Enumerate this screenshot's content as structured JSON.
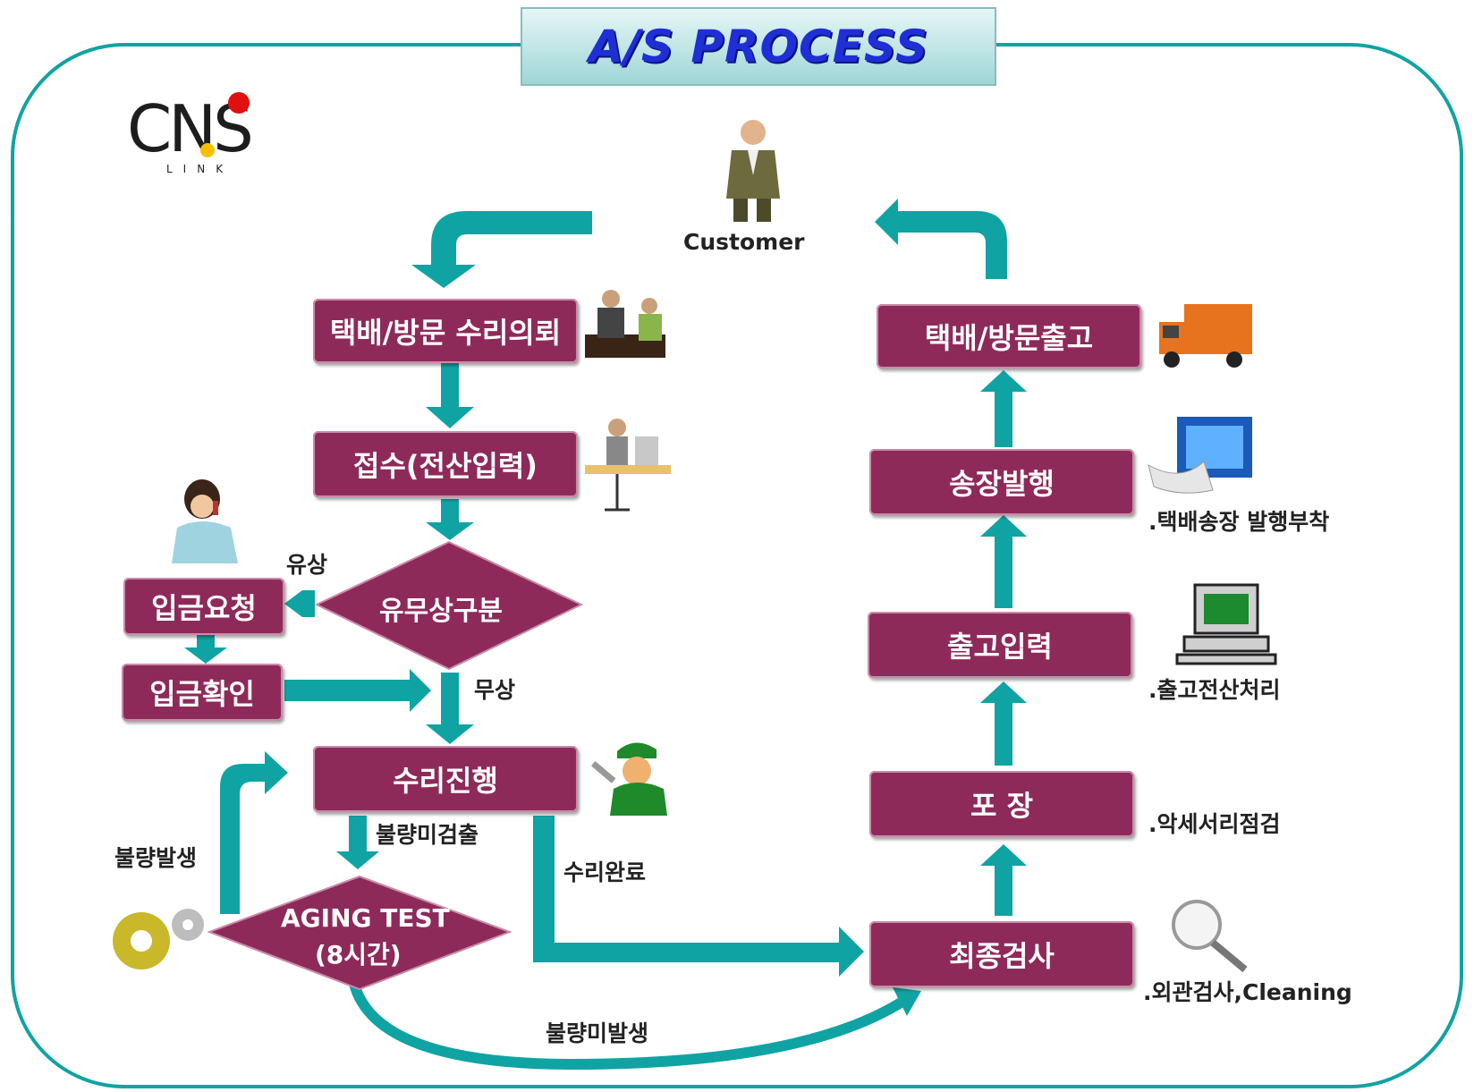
{
  "title": "A/S PROCESS",
  "logo": {
    "text": "CNS",
    "sub": "LINK"
  },
  "colors": {
    "teal": "#10a3a3",
    "box": "#8e2a5a",
    "title": "#1f2fd6"
  },
  "customer": "Customer",
  "left_flow": {
    "request": "택배/방문 수리의뢰",
    "receipt": "접수(전산입력)",
    "decision": "유무상구분",
    "pay_request": "입금요청",
    "pay_confirm": "입금확인",
    "repair": "수리진행",
    "aging_line1": "AGING TEST",
    "aging_line2": "(8시간)"
  },
  "right_flow": {
    "ship": "택배/방문출고",
    "invoice": "송장발행",
    "release_input": "출고입력",
    "packing": "포  장",
    "final_check": "최종검사"
  },
  "edge_labels": {
    "paid": "유상",
    "free": "무상",
    "no_defect_found": "불량미검출",
    "defect_occurred": "불량발생",
    "repair_done": "수리완료",
    "no_defect": "불량미발생"
  },
  "notes": {
    "invoice": ".택배송장 발행부착",
    "release": ".출고전산처리",
    "packing": ".악세서리점검",
    "final": ".외관검사,Cleaning"
  },
  "icons": [
    "customer-person-icon",
    "meeting-people-icon",
    "office-worker-icon",
    "phone-woman-icon",
    "mechanic-icon",
    "gears-icon",
    "truck-icon",
    "monitor-print-icon",
    "computer-icon",
    "magnifier-icon"
  ]
}
